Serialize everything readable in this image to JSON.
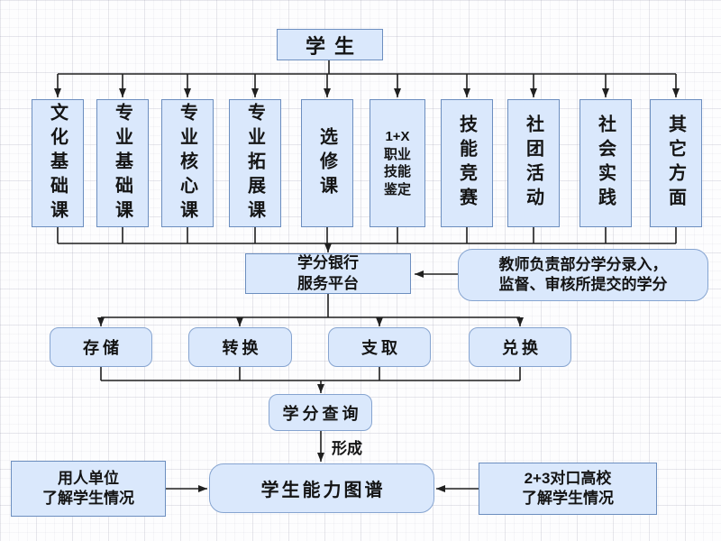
{
  "flowchart": {
    "student": {
      "label": "学生"
    },
    "activities": [
      {
        "label": "文化基础课"
      },
      {
        "label": "专业基础课"
      },
      {
        "label": "专业核心课"
      },
      {
        "label": "专业拓展课"
      },
      {
        "label": "选修课"
      },
      {
        "label": "1+X\n职业\n技能\n鉴定"
      },
      {
        "label": "技能竞赛"
      },
      {
        "label": "社团活动"
      },
      {
        "label": "社会实践"
      },
      {
        "label": "其它方面"
      }
    ],
    "platform": {
      "label": "学分银行\n服务平台"
    },
    "teacher_note": {
      "label": "教师负责部分学分录入，\n监督、审核所提交的学分"
    },
    "operations": [
      {
        "label": "存储"
      },
      {
        "label": "转换"
      },
      {
        "label": "支取"
      },
      {
        "label": "兑换"
      }
    ],
    "credit_query": {
      "label": "学分查询"
    },
    "arrow_label_form": "形成",
    "ability_map": {
      "label": "学生能力图谱"
    },
    "employer": {
      "label": "用人单位\n了解学生情况"
    },
    "partner_college": {
      "label": "2+3对口高校\n了解学生情况"
    }
  },
  "colors": {
    "node_fill": "#dae8fc",
    "node_border": "#6c8ebf",
    "rounded_border": "#86a4d0",
    "connector": "#1f1f1f",
    "text": "#141414"
  }
}
